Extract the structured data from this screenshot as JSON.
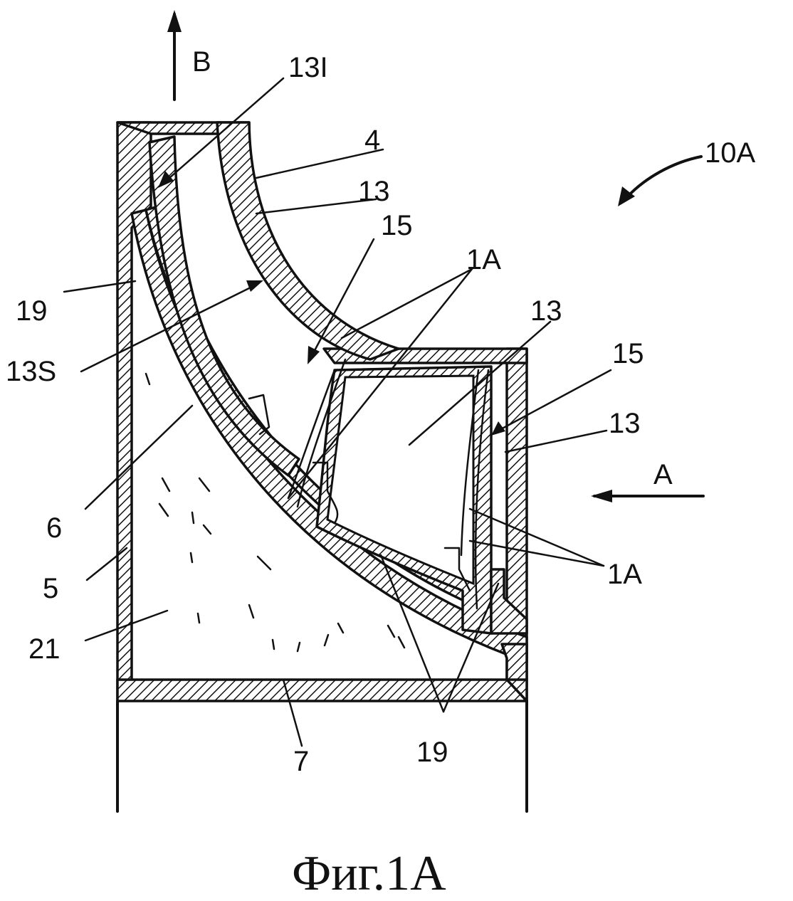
{
  "figure": {
    "caption": "Фиг.1А",
    "labels": {
      "b": "B",
      "a": "A",
      "ref_10a": "10A",
      "ref_13i": "13I",
      "ref_4": "4",
      "ref_13_top": "13",
      "ref_15_top": "15",
      "ref_1a_top": "1A",
      "ref_19_left": "19",
      "ref_13s": "13S",
      "ref_13_mid": "13",
      "ref_15_right": "15",
      "ref_13_right": "13",
      "ref_6": "6",
      "ref_1a_right": "1A",
      "ref_5": "5",
      "ref_21": "21",
      "ref_7": "7",
      "ref_19_bottom": "19"
    }
  }
}
